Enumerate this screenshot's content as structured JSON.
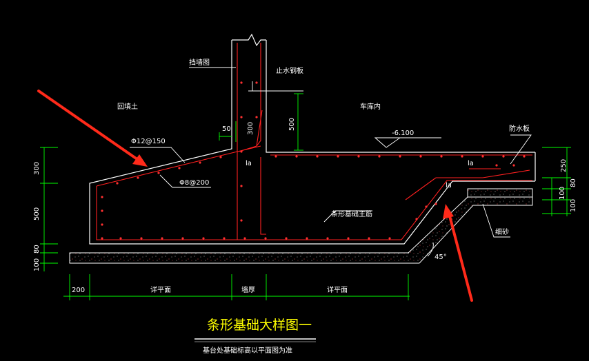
{
  "labels": {
    "retaining_wall": "挡墙图",
    "water_stop": "止水钢板",
    "backfill": "回填土",
    "garage_inside": "车库内",
    "waterproof_board": "防水板",
    "rebar_top": "Φ12@150",
    "rebar_bottom": "Φ8@200",
    "elevation": "-6.100",
    "main_bar": "条形基础主筋",
    "fine_sand": "细砂",
    "la_1": "la",
    "la_2": "la",
    "la_3": "la",
    "angle": "45°"
  },
  "dims": {
    "d50": "50",
    "d300_wall": "300",
    "d500_right": "500",
    "left_300": "300",
    "left_500": "500",
    "left_80": "80",
    "left_100": "100",
    "right_250": "250",
    "right_80": "80",
    "right_100a": "100",
    "right_100b": "100",
    "bottom_200": "200",
    "bottom_plan1": "详平面",
    "bottom_wall": "墙厚",
    "bottom_plan2": "详平面"
  },
  "title": {
    "main": "条形基础大样图一",
    "note": "基台处基础标高以平面图为准"
  },
  "colors": {
    "background": "#000000",
    "outline": "#ffffff",
    "rebar": "#ff2020",
    "dimension": "#00ff00",
    "title": "#ffff00",
    "arrow": "#ff2a1a"
  }
}
